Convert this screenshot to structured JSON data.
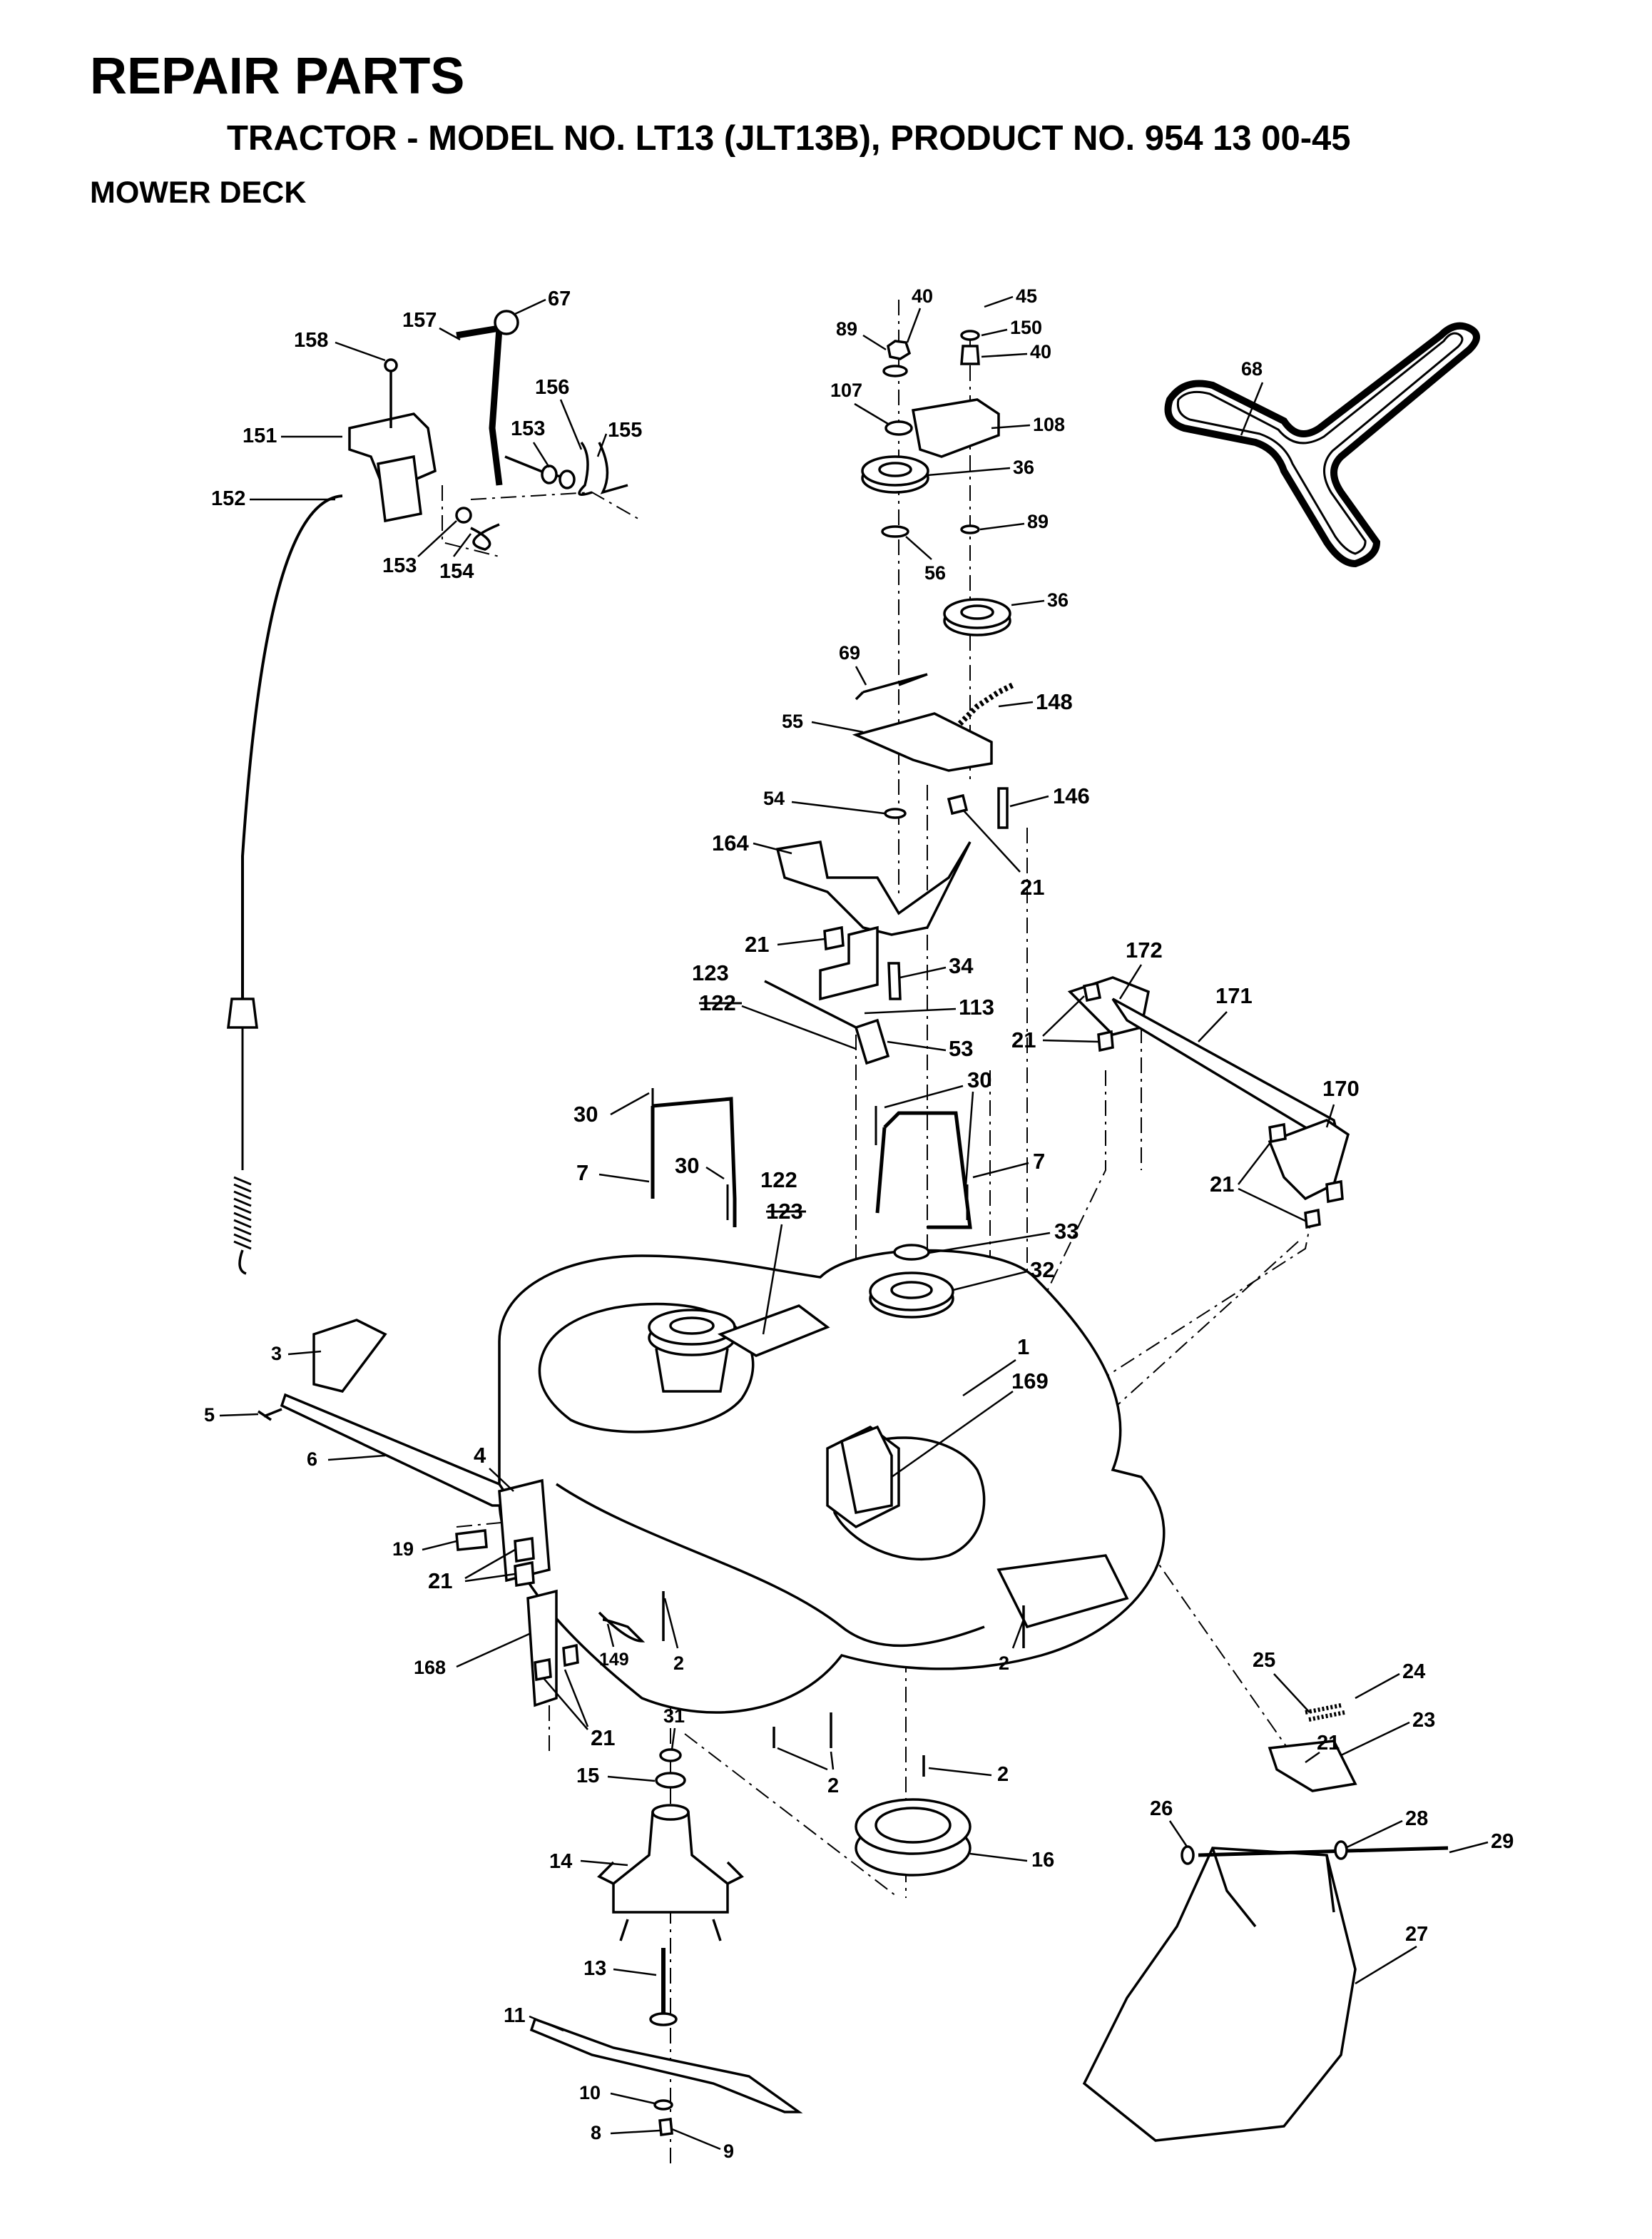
{
  "header": {
    "title": "REPAIR PARTS",
    "subtitle": "TRACTOR - MODEL NO. LT13 (JLT13B), PRODUCT NO. 954 13 00-45",
    "section": "MOWER DECK"
  },
  "parts": [
    {
      "id": "p67",
      "text": "67"
    },
    {
      "id": "p157",
      "text": "157"
    },
    {
      "id": "p158",
      "text": "158"
    },
    {
      "id": "p156",
      "text": "156"
    },
    {
      "id": "p151",
      "text": "151"
    },
    {
      "id": "p153a",
      "text": "153"
    },
    {
      "id": "p155",
      "text": "155"
    },
    {
      "id": "p152",
      "text": "152"
    },
    {
      "id": "p153b",
      "text": "153"
    },
    {
      "id": "p154",
      "text": "154"
    },
    {
      "id": "p40a",
      "text": "40"
    },
    {
      "id": "p45",
      "text": "45"
    },
    {
      "id": "p89a",
      "text": "89"
    },
    {
      "id": "p150",
      "text": "150"
    },
    {
      "id": "p40b",
      "text": "40"
    },
    {
      "id": "p107",
      "text": "107"
    },
    {
      "id": "p108",
      "text": "108"
    },
    {
      "id": "p36a",
      "text": "36"
    },
    {
      "id": "p89b",
      "text": "89"
    },
    {
      "id": "p56",
      "text": "56"
    },
    {
      "id": "p36b",
      "text": "36"
    },
    {
      "id": "p68",
      "text": "68"
    },
    {
      "id": "p69",
      "text": "69"
    },
    {
      "id": "p148",
      "text": "148"
    },
    {
      "id": "p55",
      "text": "55"
    },
    {
      "id": "p54",
      "text": "54"
    },
    {
      "id": "p146",
      "text": "146"
    },
    {
      "id": "p164",
      "text": "164"
    },
    {
      "id": "p21a",
      "text": "21"
    },
    {
      "id": "p21b",
      "text": "21"
    },
    {
      "id": "p34",
      "text": "34"
    },
    {
      "id": "p123a",
      "text": "123"
    },
    {
      "id": "p122a",
      "text": "122"
    },
    {
      "id": "p113",
      "text": "113"
    },
    {
      "id": "p53",
      "text": "53"
    },
    {
      "id": "p172",
      "text": "172"
    },
    {
      "id": "p171",
      "text": "171"
    },
    {
      "id": "p21c",
      "text": "21"
    },
    {
      "id": "p170",
      "text": "170"
    },
    {
      "id": "p30a",
      "text": "30"
    },
    {
      "id": "p30b",
      "text": "30"
    },
    {
      "id": "p7a",
      "text": "7"
    },
    {
      "id": "p30c",
      "text": "30"
    },
    {
      "id": "p122b",
      "text": "122"
    },
    {
      "id": "p123b",
      "text": "123"
    },
    {
      "id": "p7b",
      "text": "7"
    },
    {
      "id": "p21d",
      "text": "21"
    },
    {
      "id": "p33",
      "text": "33"
    },
    {
      "id": "p32",
      "text": "32"
    },
    {
      "id": "p1",
      "text": "1"
    },
    {
      "id": "p169",
      "text": "169"
    },
    {
      "id": "p3",
      "text": "3"
    },
    {
      "id": "p5",
      "text": "5"
    },
    {
      "id": "p6",
      "text": "6"
    },
    {
      "id": "p4",
      "text": "4"
    },
    {
      "id": "p19",
      "text": "19"
    },
    {
      "id": "p21e",
      "text": "21"
    },
    {
      "id": "p168",
      "text": "168"
    },
    {
      "id": "p149",
      "text": "149"
    },
    {
      "id": "p2a",
      "text": "2"
    },
    {
      "id": "p2b",
      "text": "2"
    },
    {
      "id": "p21f",
      "text": "21"
    },
    {
      "id": "p31",
      "text": "31"
    },
    {
      "id": "p15",
      "text": "15"
    },
    {
      "id": "p2c",
      "text": "2"
    },
    {
      "id": "p2d",
      "text": "2"
    },
    {
      "id": "p16",
      "text": "16"
    },
    {
      "id": "p14",
      "text": "14"
    },
    {
      "id": "p13",
      "text": "13"
    },
    {
      "id": "p11",
      "text": "11"
    },
    {
      "id": "p10",
      "text": "10"
    },
    {
      "id": "p8",
      "text": "8"
    },
    {
      "id": "p9",
      "text": "9"
    },
    {
      "id": "p25",
      "text": "25"
    },
    {
      "id": "p24",
      "text": "24"
    },
    {
      "id": "p21g",
      "text": "21"
    },
    {
      "id": "p23",
      "text": "23"
    },
    {
      "id": "p26",
      "text": "26"
    },
    {
      "id": "p28",
      "text": "28"
    },
    {
      "id": "p29",
      "text": "29"
    },
    {
      "id": "p27",
      "text": "27"
    }
  ]
}
